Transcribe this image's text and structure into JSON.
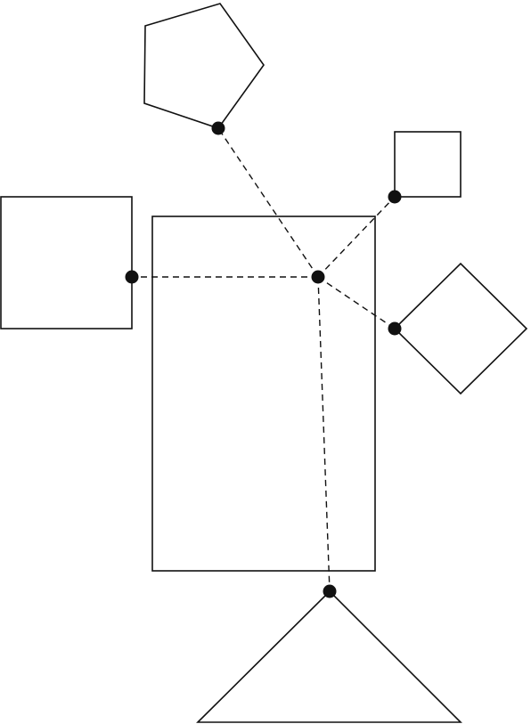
{
  "colors": {
    "stroke": "#111111",
    "node": "#111111",
    "background": "#ffffff"
  },
  "shapes": [
    {
      "id": "central-rectangle",
      "kind": "rectangle"
    },
    {
      "id": "left-square",
      "kind": "square"
    },
    {
      "id": "top-pentagon",
      "kind": "pentagon"
    },
    {
      "id": "small-square",
      "kind": "square"
    },
    {
      "id": "diamond",
      "kind": "diamond"
    },
    {
      "id": "bottom-triangle",
      "kind": "triangle"
    }
  ],
  "hub": {
    "id": "hub-node"
  },
  "connections": [
    {
      "from": "hub-node",
      "to": "left-square"
    },
    {
      "from": "hub-node",
      "to": "top-pentagon"
    },
    {
      "from": "hub-node",
      "to": "small-square"
    },
    {
      "from": "hub-node",
      "to": "diamond"
    },
    {
      "from": "hub-node",
      "to": "bottom-triangle"
    }
  ]
}
